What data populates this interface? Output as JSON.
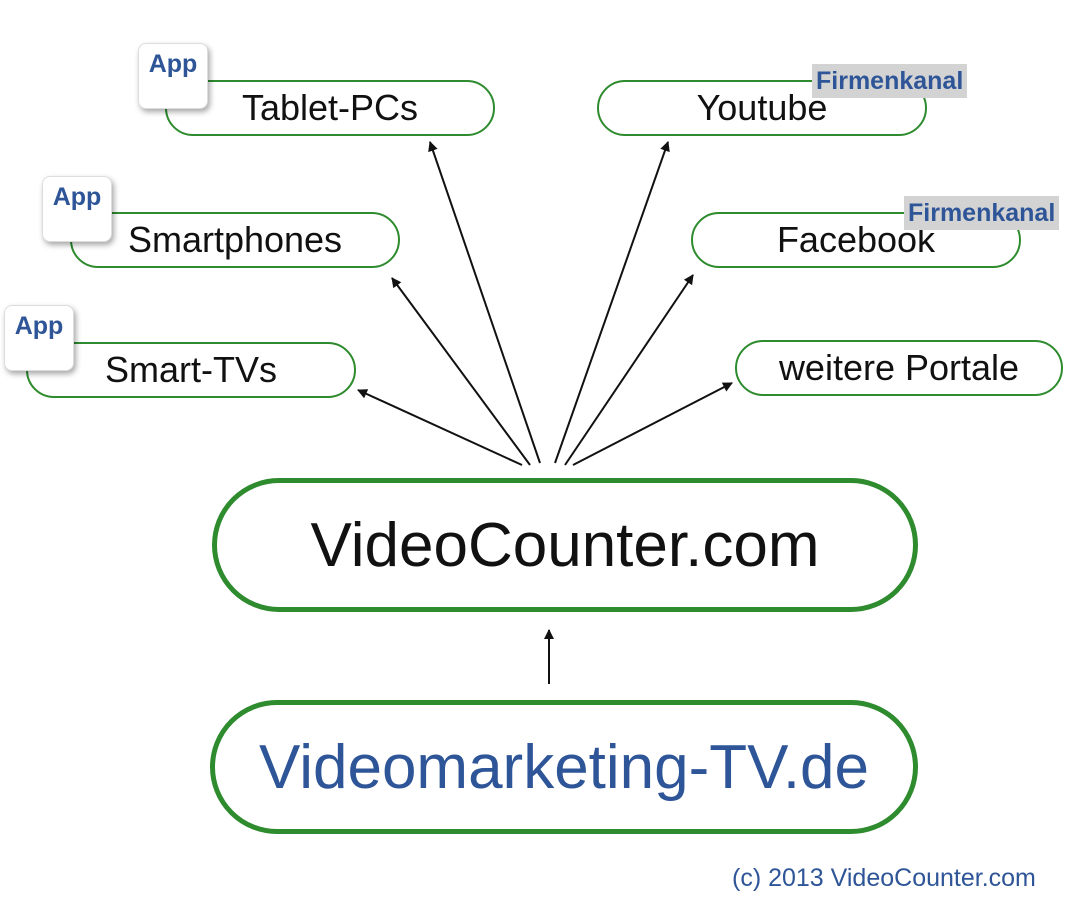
{
  "nodes": {
    "tablet": "Tablet-PCs",
    "smartphones": "Smartphones",
    "smarttvs": "Smart-TVs",
    "youtube": "Youtube",
    "facebook": "Facebook",
    "weitere": "weitere Portale",
    "videocounter": "VideoCounter.com",
    "videomarketing": "Videomarketing-TV.de"
  },
  "badges": {
    "app": "App",
    "firmenkanal": "Firmenkanal"
  },
  "copyright": "(c) 2013 VideoCounter.com",
  "colors": {
    "border_green": "#2e8b2e",
    "label_blue": "#2e5597",
    "badge_gray": "#d3d3d3"
  }
}
